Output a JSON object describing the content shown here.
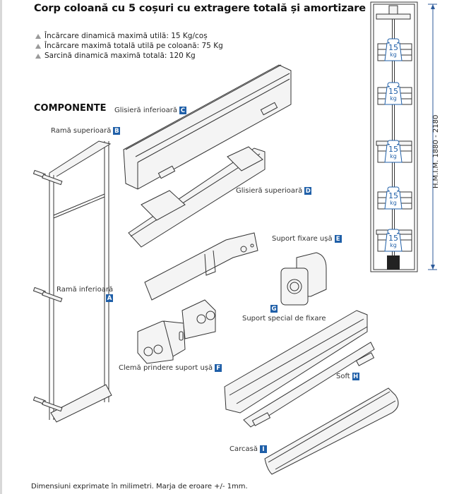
{
  "document": {
    "title": "Corp coloană cu 5 coșuri  cu extragere totală și amortizare",
    "specs": [
      "Încărcare dinamică maximă utilă: 15 Kg/coș",
      "Încărcare maximă totală utilă pe coloană: 75 Kg",
      "Sarcină dinamică maximă totală: 120 Kg"
    ],
    "section_title": "COMPONENTE",
    "components": [
      {
        "name": "Ramă superioară",
        "code": "B"
      },
      {
        "name": "Glisieră inferioară",
        "code": "C"
      },
      {
        "name": "Glisieră superioară",
        "code": "D"
      },
      {
        "name": "Suport fixare ușă",
        "code": "E"
      },
      {
        "name": "Ramă inferioară",
        "code": "A"
      },
      {
        "name": "Suport special de fixare",
        "code": "G"
      },
      {
        "name": "Clemă prindere suport ușă",
        "code": "F"
      },
      {
        "name": "Soft",
        "code": "H"
      },
      {
        "name": "Carcasă",
        "code": "I"
      }
    ],
    "column_diagram": {
      "dimension_label": "H.M.I.M. 1880 - 2180",
      "baskets": [
        {
          "weight": "15",
          "unit": "kg"
        },
        {
          "weight": "15",
          "unit": "kg"
        },
        {
          "weight": "15",
          "unit": "kg"
        },
        {
          "weight": "15",
          "unit": "kg"
        },
        {
          "weight": "15",
          "unit": "kg"
        }
      ]
    },
    "footer": "Dimensiuni exprimate în milimetri. Marja de eroare +/- 1mm.",
    "accent_color": "#1f5fa8"
  }
}
